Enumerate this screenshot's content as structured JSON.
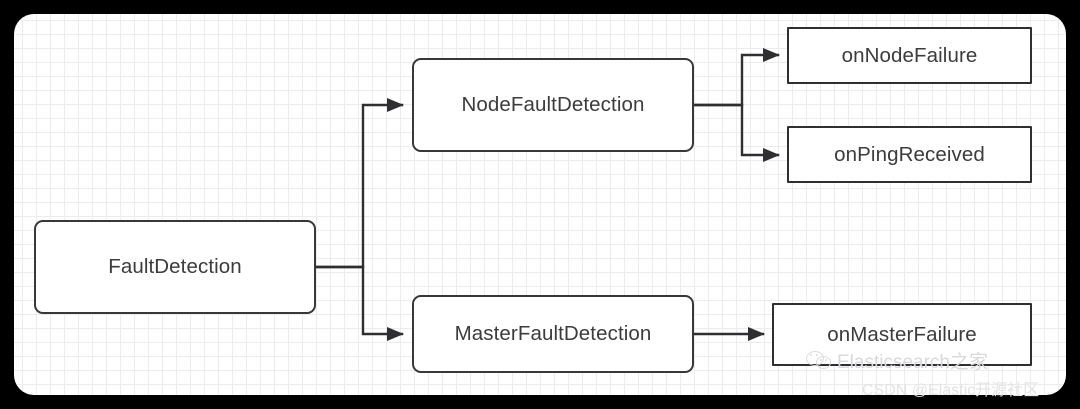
{
  "canvas": {
    "background_color": "#000000",
    "surface_color": "#ffffff",
    "grid_minor_color": "#ececed",
    "grid_major_color": "#e2e2e3",
    "border_color": "#38383a",
    "text_color": "#3c3c3c"
  },
  "diagram": {
    "type": "flowchart",
    "orientation": "left-to-right",
    "nodes": [
      {
        "id": "faultdetection",
        "label": "FaultDetection",
        "shape": "rounded-rectangle",
        "level": 0
      },
      {
        "id": "nodefaultdetection",
        "label": "NodeFaultDetection",
        "shape": "rounded-rectangle",
        "level": 1
      },
      {
        "id": "masterfaultdetection",
        "label": "MasterFaultDetection",
        "shape": "rounded-rectangle",
        "level": 1
      },
      {
        "id": "onnodefailure",
        "label": "onNodeFailure",
        "shape": "rectangle",
        "level": 2
      },
      {
        "id": "onpingreceived",
        "label": "onPingReceived",
        "shape": "rectangle",
        "level": 2
      },
      {
        "id": "onmasterfailure",
        "label": "onMasterFailure",
        "shape": "rectangle",
        "level": 2
      }
    ],
    "edges": [
      {
        "id": "edge-fd-nfd",
        "from": "faultdetection",
        "to": "nodefaultdetection",
        "style": "orthogonal",
        "arrow": "end"
      },
      {
        "id": "edge-fd-mfd",
        "from": "faultdetection",
        "to": "masterfaultdetection",
        "style": "orthogonal",
        "arrow": "end"
      },
      {
        "id": "edge-nfd-onf",
        "from": "nodefaultdetection",
        "to": "onnodefailure",
        "style": "orthogonal",
        "arrow": "end"
      },
      {
        "id": "edge-nfd-opr",
        "from": "nodefaultdetection",
        "to": "onpingreceived",
        "style": "orthogonal",
        "arrow": "end"
      },
      {
        "id": "edge-mfd-omf",
        "from": "masterfaultdetection",
        "to": "onmasterfailure",
        "style": "straight",
        "arrow": "end"
      }
    ]
  },
  "watermark": {
    "brand": "Elasticsearch之家",
    "brand_icon": "wechat-icon",
    "credit": "CSDN @Elastic开源社区"
  }
}
